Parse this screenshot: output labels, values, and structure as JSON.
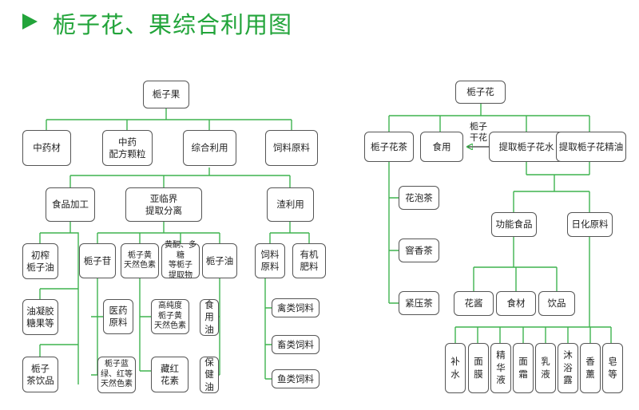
{
  "title": "栀子花、果综合利用图",
  "fruit": {
    "root": "栀子果",
    "level1": [
      "中药材",
      "中药\n配方颗粒",
      "综合利用",
      "饲料原料"
    ],
    "level2": [
      "食品加工",
      "亚临界\n提取分离",
      "渣利用"
    ],
    "food": [
      "初榨\n栀子油",
      "油凝胶\n糖果等",
      "栀子\n茶饮品"
    ],
    "extract": [
      "栀子苷",
      "栀子黄\n天然色素",
      "黄酮、多糖\n等栀子\n提取物",
      "栀子油"
    ],
    "gardenoside": [
      "医药\n原料",
      "栀子蓝\n绿、红等\n天然色素"
    ],
    "yellow": [
      "高纯度\n栀子黄\n天然色素",
      "藏红\n花素"
    ],
    "oil": [
      "食\n用\n油",
      "保\n健\n油"
    ],
    "residue": [
      "饲料\n原料",
      "有机\n肥料"
    ],
    "feed": [
      "禽类饲料",
      "畜类饲料",
      "鱼类饲料"
    ]
  },
  "flower": {
    "root": "栀子花",
    "level1": [
      "栀子花茶",
      "食用",
      "提取栀子花水",
      "提取栀子花精油"
    ],
    "dried_label": "栀子\n干花",
    "tea": [
      "花泡茶",
      "窨香茶",
      "紧压茶"
    ],
    "level2": [
      "功能食品",
      "日化原料"
    ],
    "food": [
      "花酱",
      "食材",
      "饮品"
    ],
    "daily": [
      "补\n水",
      "面\n膜",
      "精\n华\n液",
      "面\n霜",
      "乳\n液",
      "沐\n浴\n露",
      "香\n薰",
      "皂\n等"
    ]
  },
  "colors": {
    "accent": "#22a43a",
    "line": "#3fb34f",
    "box_border": "#555555"
  }
}
